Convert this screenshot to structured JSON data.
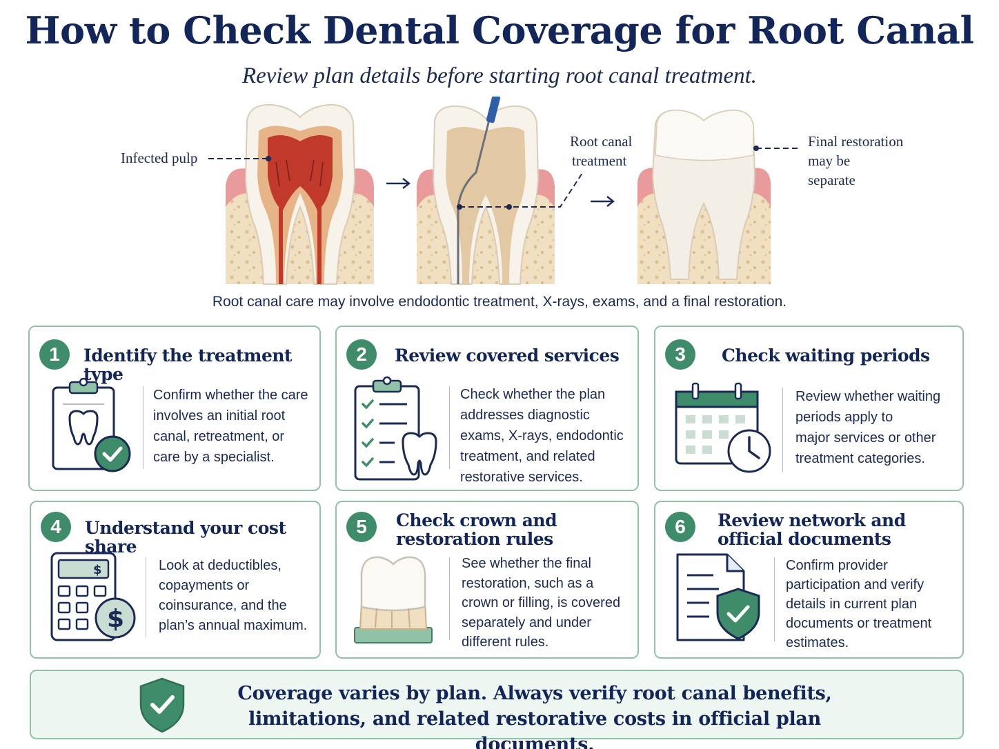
{
  "title": "How to Check Dental Coverage for Root Canal",
  "subtitle": "Review plan details before starting root canal treatment.",
  "diagram": {
    "callout_infected": "Infected pulp",
    "callout_treatment_1": "Root canal",
    "callout_treatment_2": "treatment",
    "callout_final_1": "Final restoration",
    "callout_final_2": "may be",
    "callout_final_3": "separate",
    "caption": "Root canal care may involve endodontic treatment, X-rays, exams, and a final restoration."
  },
  "cards": [
    {
      "number": "1",
      "title_1": "Identify the treatment type",
      "title_2": "",
      "icon": "clipboard-tooth-check-icon",
      "lines": [
        "Confirm whether the care",
        "involves an initial root",
        "canal, retreatment, or",
        "care by a specialist."
      ]
    },
    {
      "number": "2",
      "title_1": "Review covered services",
      "title_2": "",
      "icon": "checklist-tooth-icon",
      "lines": [
        "Check whether the plan",
        "addresses diagnostic",
        "exams, X-rays, endodontic",
        "treatment, and related",
        "restorative services."
      ]
    },
    {
      "number": "3",
      "title_1": "Check waiting periods",
      "title_2": "",
      "icon": "calendar-clock-icon",
      "lines": [
        "Review whether waiting",
        "periods apply to",
        "major services or other",
        "treatment categories."
      ]
    },
    {
      "number": "4",
      "title_1": "Understand your cost share",
      "title_2": "",
      "icon": "calculator-dollar-icon",
      "lines": [
        "Look at deductibles,",
        "copayments or",
        "coinsurance, and the",
        "plan’s annual maximum."
      ]
    },
    {
      "number": "5",
      "title_1": "Check crown and",
      "title_2": "restoration rules",
      "icon": "crown-model-icon",
      "lines": [
        "See whether the final",
        "restoration, such as a",
        "crown or filling, is covered",
        "separately and under",
        "different rules."
      ]
    },
    {
      "number": "6",
      "title_1": "Review network and",
      "title_2": "official documents",
      "icon": "document-shield-icon",
      "lines": [
        "Confirm provider",
        "participation and verify",
        "details in current plan",
        "documents or treatment",
        "estimates."
      ]
    }
  ],
  "banner": {
    "line_1": "Coverage varies by plan. Always verify root canal benefits,",
    "line_2": "limitations, and related restorative costs in official plan documents.",
    "icon": "shield-check-icon"
  },
  "icon_glyphs": {
    "calculator_dollar": "$",
    "coin_dollar": "$"
  },
  "colors": {
    "navy": "#13265a",
    "green": "#3e8c69",
    "card_border": "#8fc2a6",
    "banner_bg": "#eef6f1",
    "gum": "#e99a9a",
    "bone": "#efdcbc",
    "pulp_infected": "#c0392b"
  }
}
